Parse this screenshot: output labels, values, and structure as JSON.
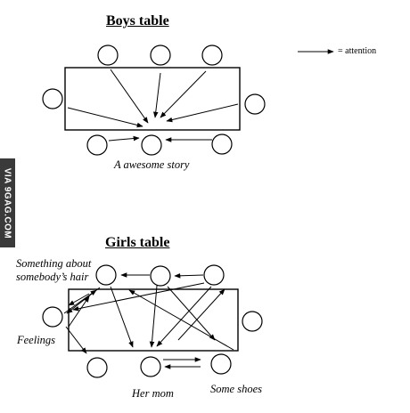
{
  "boys": {
    "title": "Boys table",
    "caption": "A awesome story"
  },
  "girls": {
    "title": "Girls table",
    "label_hair_line1": "Something about",
    "label_hair_line2": "somebody’s hair",
    "label_feelings": "Feelings",
    "label_mom": "Her mom",
    "label_shoes": "Some shoes"
  },
  "legend": {
    "text": "= attention"
  },
  "watermark": {
    "text": "VIA 9GAG.COM"
  }
}
